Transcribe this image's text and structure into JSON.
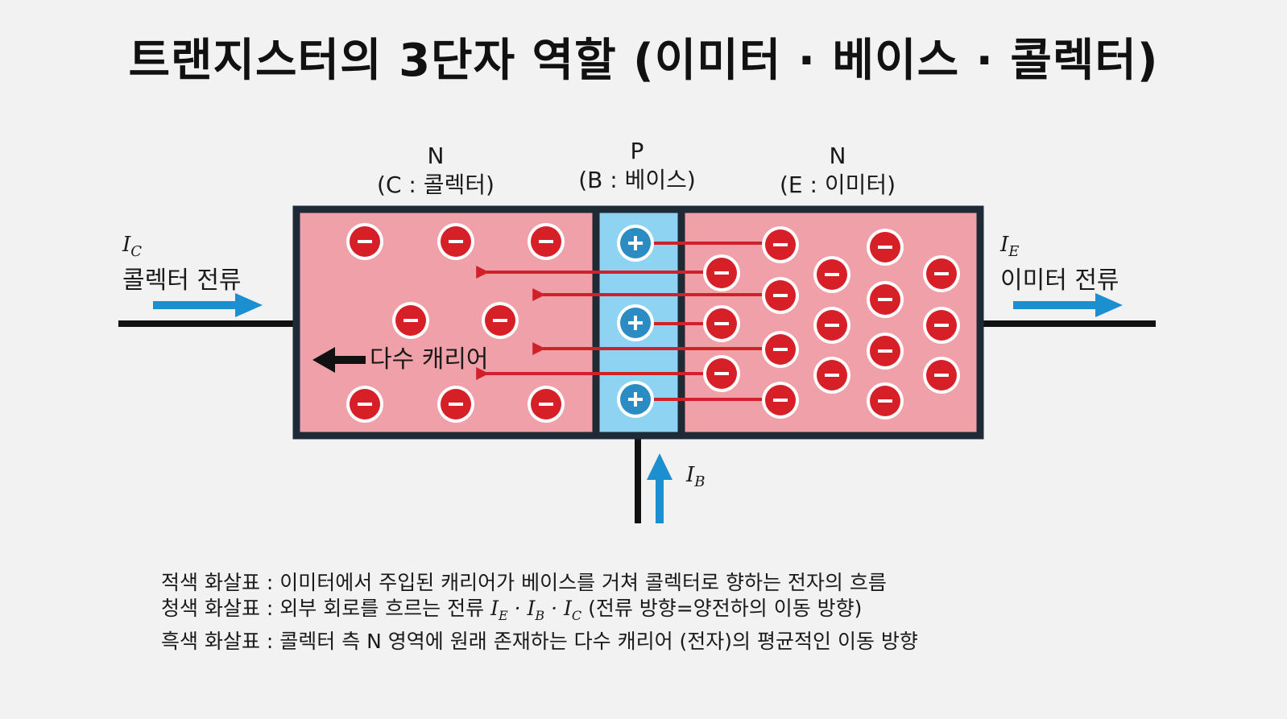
{
  "title": "트랜지스터의 3단자 역할 (이미터 · 베이스 · 콜렉터)",
  "regions": {
    "collector": {
      "type": "N",
      "label": "(C : 콜렉터)"
    },
    "base": {
      "type": "P",
      "label": "(B : 베이스)"
    },
    "emitter": {
      "type": "N",
      "label": "(E : 이미터)"
    }
  },
  "currents": {
    "collector": {
      "symbol": "I",
      "sub": "C",
      "label": "콜렉터 전류"
    },
    "emitter": {
      "symbol": "I",
      "sub": "E",
      "label": "이미터 전류"
    },
    "base": {
      "symbol": "I",
      "sub": "B"
    }
  },
  "carrier_label": "다수 캐리어",
  "charges": {
    "electron": "−",
    "hole": "+"
  },
  "legend": {
    "red": "적색 화살표 : 이미터에서 주입된 캐리어가 베이스를 거쳐 콜렉터로 향하는 전자의 흐름",
    "blue_prefix": "청색 화살표 : 외부 회로를 흐르는 전류",
    "blue_symbols": {
      "e": "E",
      "b": "B",
      "c": "C",
      "base_symbol": "I",
      "separator": "·"
    },
    "blue_suffix": "(전류 방향=양전하의 이동 방향)",
    "black": "흑색 화살표 : 콜렉터 측 N 영역에 원래 존재하는 다수 캐리어 (전자)의 평균적인 이동 방향"
  },
  "colors": {
    "n_region": "#f0a0a8",
    "p_region": "#8fd3f2",
    "electron": "#d61f26",
    "hole": "#2b8cc4",
    "red_arrow": "#d0202a",
    "blue_arrow": "#1b8fcf",
    "border": "#1e2a35"
  }
}
